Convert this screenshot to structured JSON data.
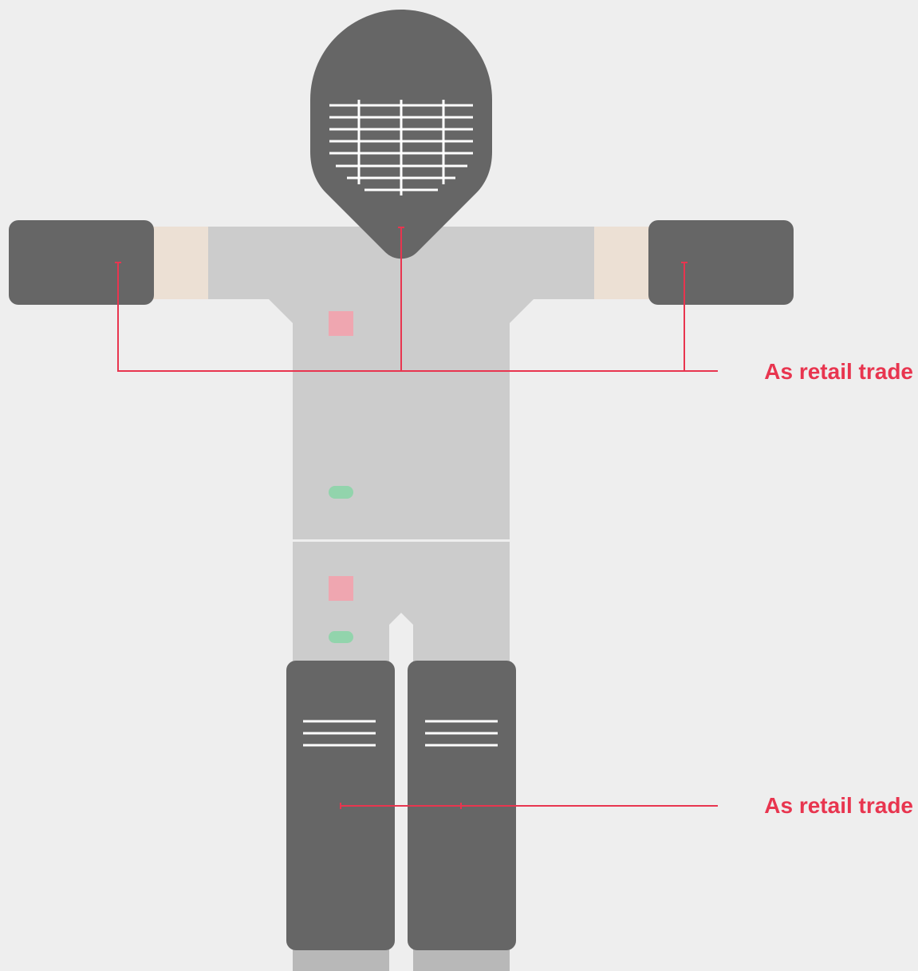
{
  "callouts": [
    {
      "id": "upper",
      "label": "As retail trade",
      "targets": [
        "left-glove",
        "helmet",
        "right-glove"
      ]
    },
    {
      "id": "lower",
      "label": "As retail trade",
      "targets": [
        "left-shin-guard",
        "right-shin-guard"
      ]
    }
  ],
  "colors": {
    "background": "#eeeeee",
    "armor": "#666666",
    "suit": "#cccccc",
    "pants_lower": "#b8b8b8",
    "skin": "#ece0d4",
    "grille": "#ffffff",
    "accent": "#e8354f",
    "patch_pink": "#efa6b0",
    "patch_green": "#92d4ac"
  }
}
